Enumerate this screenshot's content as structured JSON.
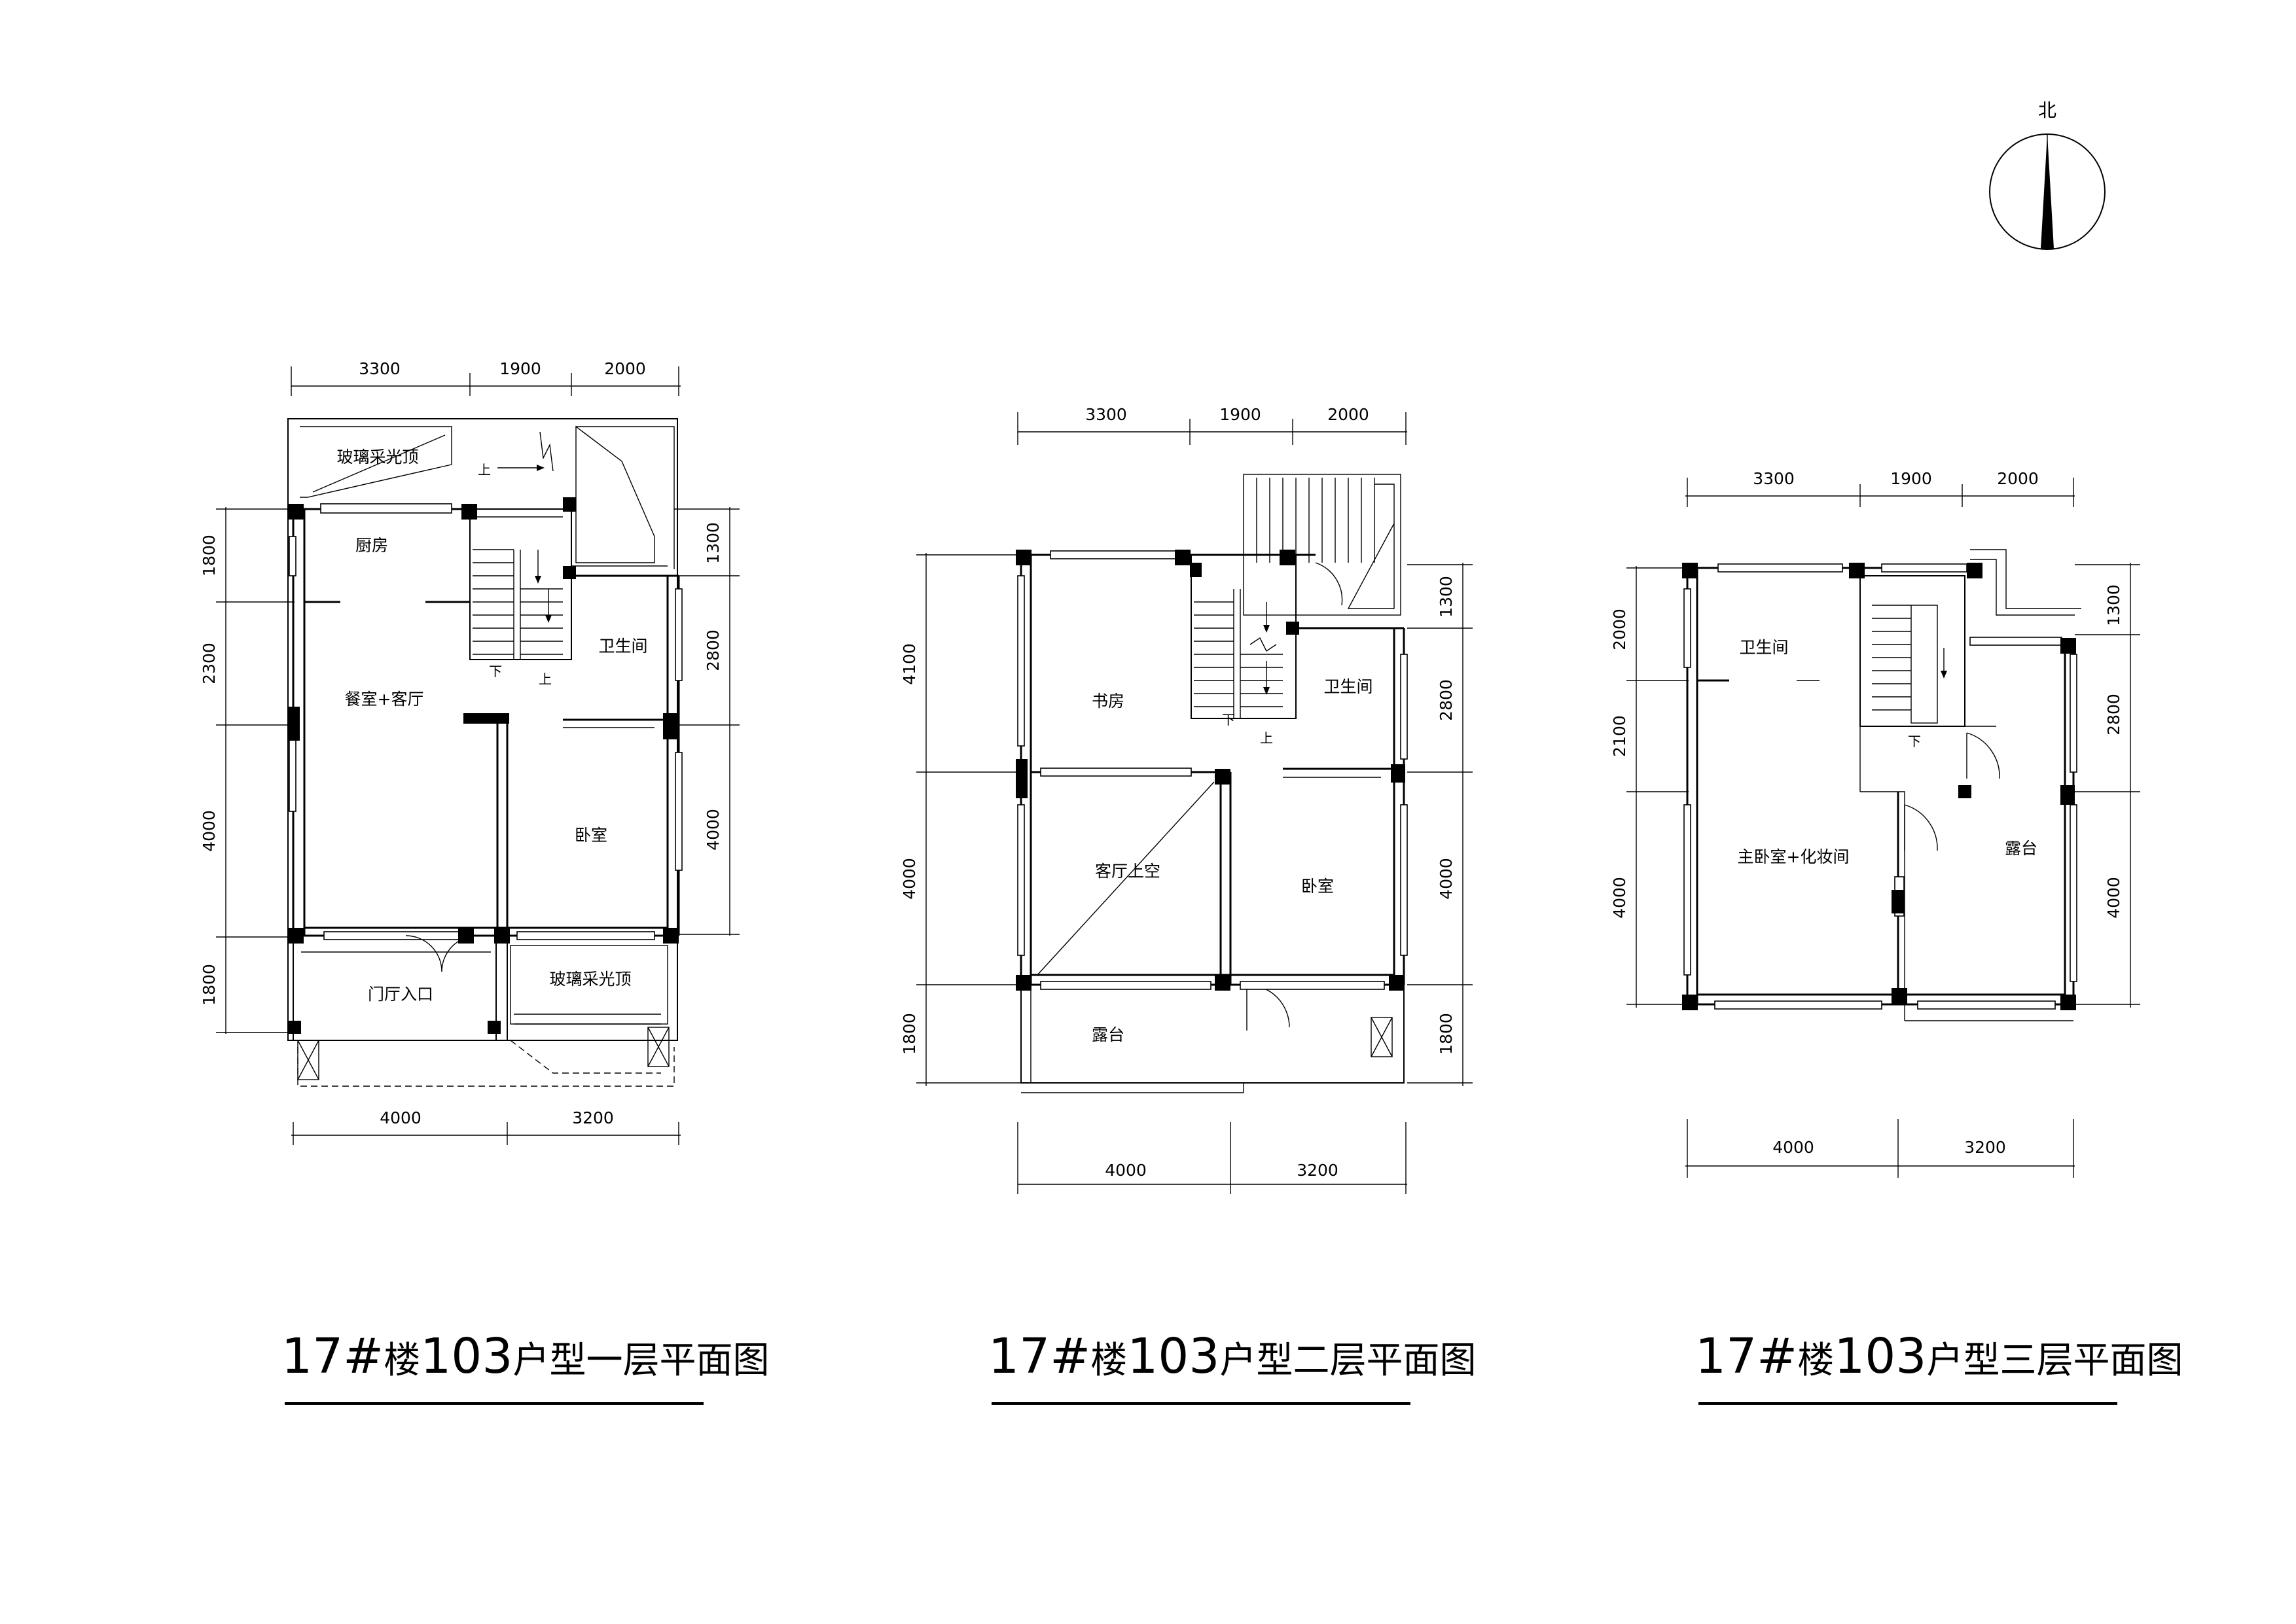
{
  "compass": {
    "north_label": "北"
  },
  "plans": [
    {
      "id": "plan-1",
      "title_number": "17",
      "title_hash": "#",
      "title_lou": "楼",
      "title_code": "103",
      "title_suffix": "户型一层平面图",
      "top_dims": [
        "3300",
        "1900",
        "2000"
      ],
      "bottom_dims": [
        "4000",
        "3200"
      ],
      "left_dims": [
        "1800",
        "2300",
        "4000",
        "1800"
      ],
      "right_dims": [
        "1300",
        "2800",
        "4000"
      ],
      "rooms": {
        "skylight_top": "玻璃采光顶",
        "kitchen": "厨房",
        "dining_living": "餐室+客厅",
        "bath": "卫生间",
        "bedroom": "卧室",
        "entrance": "门厅入口",
        "skylight_bottom": "玻璃采光顶",
        "stair_up_1": "上",
        "stair_down": "下",
        "stair_up_2": "上"
      }
    },
    {
      "id": "plan-2",
      "title_number": "17",
      "title_hash": "#",
      "title_lou": "楼",
      "title_code": "103",
      "title_suffix": "户型二层平面图",
      "top_dims": [
        "3300",
        "1900",
        "2000"
      ],
      "bottom_dims": [
        "4000",
        "3200"
      ],
      "left_dims": [
        "4100",
        "4000",
        "1800"
      ],
      "right_dims": [
        "1300",
        "2800",
        "4000",
        "1800"
      ],
      "rooms": {
        "study": "书房",
        "bath": "卫生间",
        "living_void": "客厅上空",
        "bedroom": "卧室",
        "terrace": "露台",
        "stair_down": "下",
        "stair_up": "上"
      }
    },
    {
      "id": "plan-3",
      "title_number": "17",
      "title_hash": "#",
      "title_lou": "楼",
      "title_code": "103",
      "title_suffix": "户型三层平面图",
      "top_dims": [
        "3300",
        "1900",
        "2000"
      ],
      "bottom_dims": [
        "4000",
        "3200"
      ],
      "left_dims": [
        "2000",
        "2100",
        "4000"
      ],
      "right_dims": [
        "1300",
        "2800",
        "4000"
      ],
      "rooms": {
        "bath": "卫生间",
        "master": "主卧室+化妆间",
        "terrace": "露台",
        "stair_down": "下"
      }
    }
  ]
}
